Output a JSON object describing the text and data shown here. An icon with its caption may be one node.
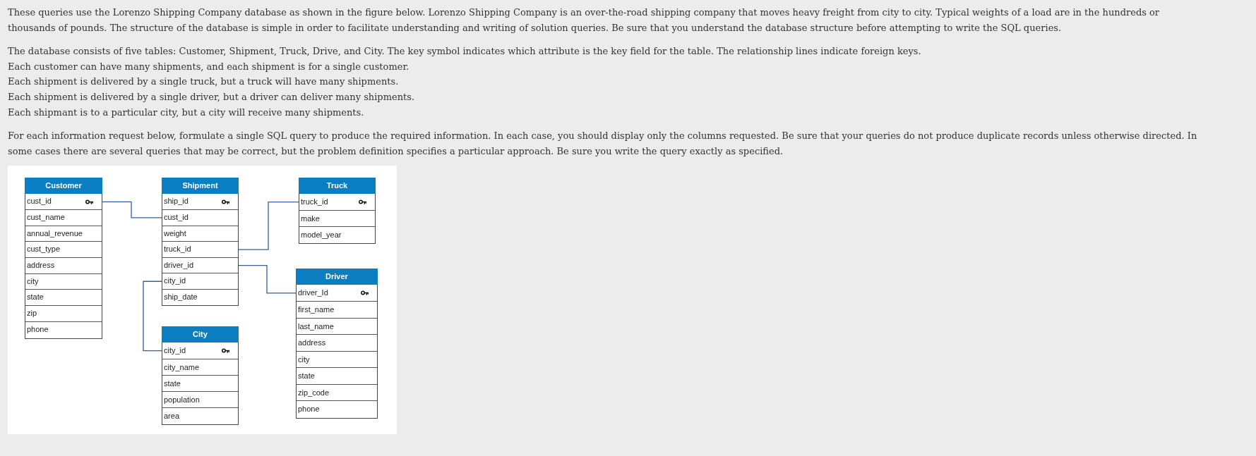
{
  "diagram": {
    "nodes": [
      {
        "text": [
          "Customer"
        ]
      },
      {
        "text": [
          "cust_id"
        ],
        "in": 0
      },
      {
        "text": [
          "cust_name"
        ],
        "in": 0
      },
      {
        "text": [
          "annual_revenue"
        ],
        "in": 0
      },
      {
        "text": [
          "cust_type"
        ],
        "in": 0
      },
      {
        "text": [
          "address"
        ],
        "in": 0
      },
      {
        "text": [
          "city"
        ],
        "in": 0
      },
      {
        "text": [
          "state"
        ],
        "in": 0
      },
      {
        "text": [
          "zip"
        ],
        "in": 0
      },
      {
        "text": [
          "phone"
        ],
        "in": 0
      },
      {
        "text": [
          "Shipment"
        ]
      },
      {
        "text": [
          "ship_id"
        ],
        "in": 10
      },
      {
        "text": [
          "cust_id"
        ],
        "in": 10
      },
      {
        "text": [
          "weight"
        ],
        "in": 10
      },
      {
        "text": [
          "truck_id"
        ],
        "in": 10
      },
      {
        "text": [
          "driver_id"
        ],
        "in": 10
      },
      {
        "text": [
          "city_id"
        ],
        "in": 10
      },
      {
        "text": [
          "ship_date"
        ],
        "in": 10
      },
      {
        "text": [
          "Truck"
        ]
      },
      {
        "text": [
          "truck_id"
        ],
        "in": 18
      },
      {
        "text": [
          "make"
        ],
        "in": 18
      },
      {
        "text": [
          "model_year"
        ],
        "in": 18
      },
      {
        "text": [
          "Driver"
        ]
      },
      {
        "text": [
          "driver_Id"
        ],
        "in": 22
      },
      {
        "text": [
          "first_name"
        ],
        "in": 22
      },
      {
        "text": [
          "last_name"
        ],
        "in": 22
      },
      {
        "text": [
          "address"
        ],
        "in": 22
      },
      {
        "text": [
          "city"
        ],
        "in": 22
      },
      {
        "text": [
          "state"
        ],
        "in": 22
      },
      {
        "text": [
          "zip_code"
        ],
        "in": 22
      },
      {
        "text": [
          "phone"
        ],
        "in": 22
      },
      {
        "text": [
          "City"
        ]
      },
      {
        "text": [
          "city_id"
        ],
        "in": 31
      },
      {
        "text": [
          "city_name"
        ],
        "in": 31
      },
      {
        "text": [
          "state"
        ],
        "in": 31
      },
      {
        "text": [
          "population"
        ],
        "in": 31
      },
      {
        "text": [
          "area"
        ],
        "in": 31
      }
    ],
    "edges": [
      {
        "from": 1,
        "to": 12,
        "arrow": "none"
      },
      {
        "from": 14,
        "to": 19,
        "arrow": "none"
      },
      {
        "from": 15,
        "to": 23,
        "arrow": "none"
      },
      {
        "from": 16,
        "to": 32,
        "arrow": "none"
      }
    ],
    "labels": [
      "These queries use the Lorenzo Shipping Company database as shown in the figure below. Lorenzo Shipping Company is an over-the-road shipping company that moves heavy freight from city to city. Typical weights of a load are in the hundreds or thousands of pounds. The structure of the database is simple in order to facilitate understanding and writing of solution queries. Be sure that you understand the database structure before attempting to write the SQL queries.",
      "The database consists of five tables: Customer, Shipment, Truck, Drive, and City. The key symbol indicates which attribute is the key field for the table. The relationship lines indicate foreign keys.",
      "Each customer can have many shipments, and each shipment is for a single customer.",
      "Each shipment is delivered by a single truck, but a truck will have many shipments.",
      "Each shipment is delivered by a single driver, but a driver can deliver many shipments.",
      "Each shipmant is to a particular city, but a city will receive many shipments.",
      "For each information request below, formulate a single SQL query to produce the required information. In each case, you should display only the columns requested. Be sure that your queries do not produce duplicate records unless otherwise directed. In some cases there are several queries that may be correct, but the problem definition specifies a particular approach. Be sure you write the query exactly as specified."
    ]
  }
}
